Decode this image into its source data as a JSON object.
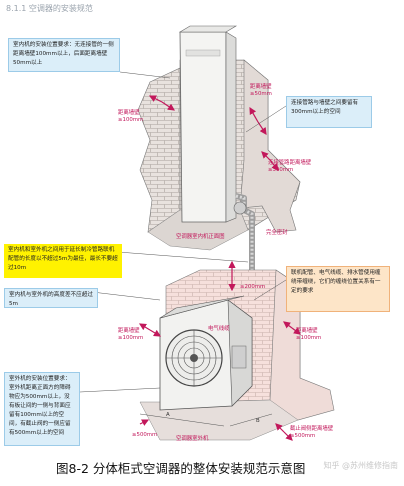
{
  "section_title": "8.1.1 空调器的安装规范",
  "notes": {
    "indoor_position": "室内机的安装位置要求：无连接管的一侧距离墙壁100mm以上，后面距离墙壁50mm以上",
    "pipe_length": "室内机和室外机之间用于延长制冷管路联机配管的长度以不超过5m为最佳，最长不要超过10m",
    "height_diff": "室内机与室外机的高度差不应超过5m",
    "wall_hole": "连接管路与墙壁之间要留有300mm以上的空间",
    "wiring": "联机配管、电气线缆、排水管使用缠绕带缠绕，它们的缠绕位置关系有一定的要求",
    "outdoor_position": "室外机的安装位置要求：室外机距离正面方的障碍物应为500mm以上，没有板让间的一侧与背面应留有100mm以上的空间，有截止阀的一侧应留有500mm以上的空间"
  },
  "labels": {
    "dist_wall_100_top": "距离墙壁\n≥100mm",
    "dist_wall_50": "距离墙壁\n≥50mm",
    "pipe_dist_300": "连接管路距离墙壁\n≥300mm",
    "indoor_unit_top": "空调器室内机正面图",
    "seal": "完全密封",
    "h200": "≥200mm",
    "dist_wall_100_left": "距离墙壁\n≥100mm",
    "elec_line": "电气线缆",
    "dist_wall_100_right": "距离墙壁\n≥100mm",
    "dist_500_front": "≥500mm",
    "outdoor_front": "空调器室外机",
    "valve_500": "截止阀侧距离墙壁\n≥500mm",
    "dim_a": "A",
    "dim_b": "B"
  },
  "caption": "图8-2 分体柜式空调器的整体安装规范示意图",
  "watermark": "知乎 @苏州维修指南",
  "colors": {
    "wall_brick": "#d9d3cf",
    "wall_pink": "#f4d9d6",
    "unit": "#f0f0ee",
    "pipe": "#b8b8b8",
    "label_pink": "#c2185b",
    "note_yellow": "#fff200",
    "note_blue": "#dbeef9",
    "note_orange": "#fde5c8"
  }
}
